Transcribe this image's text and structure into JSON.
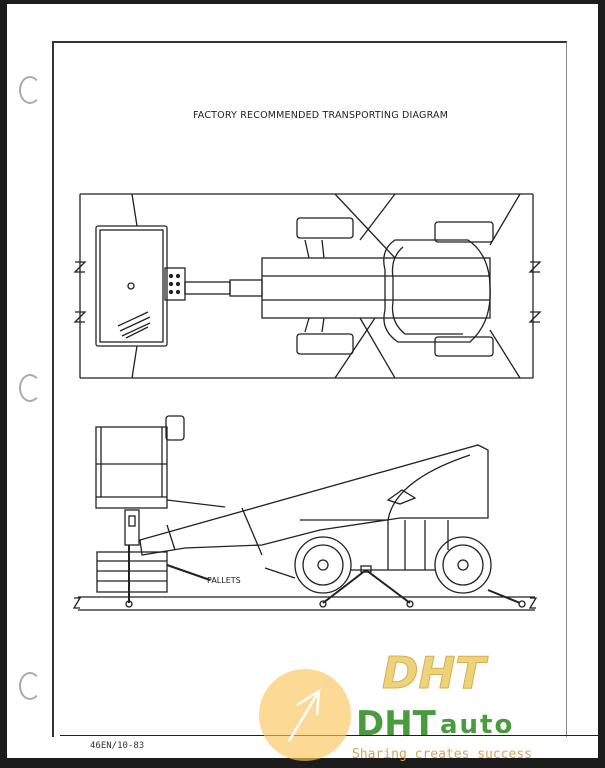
{
  "document": {
    "title": "FACTORY RECOMMENDED TRANSPORTING DIAGRAM",
    "pallets_label": "PALLETS",
    "footer_code": "46EN/10-83"
  },
  "watermark": {
    "brand_outline": "DHT",
    "brand_main": "DHT",
    "brand_suffix": "auto",
    "tagline": "Sharing creates success"
  }
}
